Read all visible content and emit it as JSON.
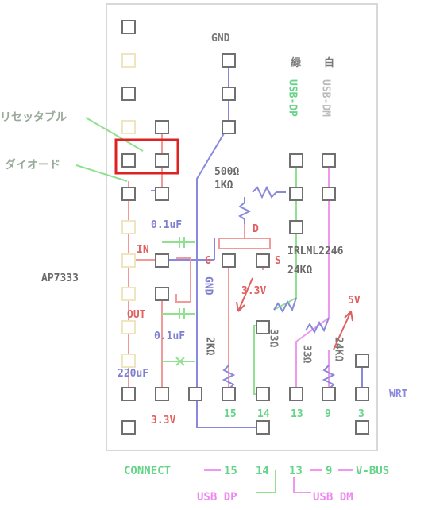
{
  "labels": {
    "gnd_top": "GND",
    "midori": "緑",
    "shiro": "白",
    "usb_dp_vertical": "USB-DP",
    "usb_dm_vertical": "USB-DM",
    "resettable": "リセッタブル",
    "diode": "ダイオード",
    "r500": "500Ω",
    "r1k": "1KΩ",
    "cap_01uf_top": "0.1uF",
    "in": "IN",
    "d": "D",
    "irlml": "IRLML2246",
    "ap7333": "AP7333",
    "g": "G",
    "s": "S",
    "r24k_a": "24KΩ",
    "gnd_mid": "GND",
    "v33_mid": "3.3V",
    "v5": "5V",
    "out": "OUT",
    "cap_01uf_bot": "0.1uF",
    "r33_a": "33Ω",
    "r2k": "2KΩ",
    "r33_b": "33Ω",
    "r24k_b": "24KΩ",
    "cap_220uf": "220uF",
    "wrt": "WRT",
    "pin15": "15",
    "pin14": "14",
    "pin13": "13",
    "pin9": "9",
    "pin3": "3",
    "v33_bot": "3.3V"
  },
  "legend": {
    "connect": "CONNECT",
    "n15": "15",
    "n14": "14",
    "n13": "13",
    "n9": "9",
    "vbus": "V-BUS",
    "usb_dp": "USB DP",
    "usb_dm": "USB DM"
  },
  "colors": {
    "board_border": "#d8d8d8",
    "pad": "#707070",
    "pad_faint": "#e8e0b0",
    "red": "#f29a9a",
    "red_text": "#e06060",
    "blue": "#8888dd",
    "blue_text": "#7f7fd0",
    "green": "#8fe08f",
    "green_text": "#66d488",
    "pink": "#ee99ee",
    "gray_text": "#7a7a7a",
    "highlight": "#dd2222"
  }
}
